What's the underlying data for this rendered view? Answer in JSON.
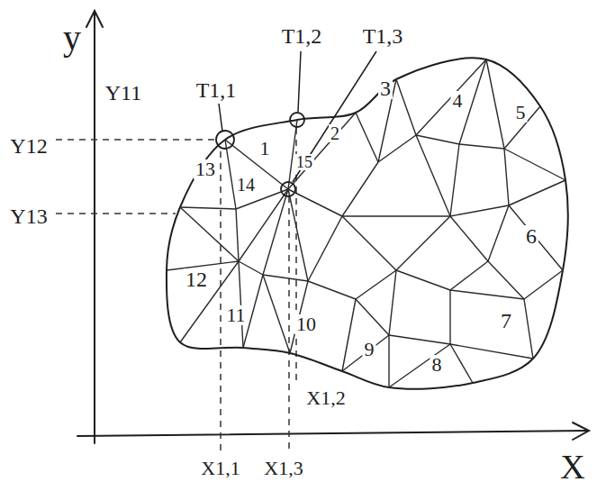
{
  "diagram": {
    "labels": [
      "y",
      "X",
      "T1,1",
      "T1,2",
      "T1,3",
      "Y11",
      "Y12",
      "Y13",
      "X1,1",
      "X1,3",
      "X1,2",
      "1",
      "2",
      "3",
      "4",
      "5",
      "6",
      "7",
      "8",
      "9",
      "10",
      "11",
      "12",
      "13",
      "14",
      "15"
    ]
  }
}
